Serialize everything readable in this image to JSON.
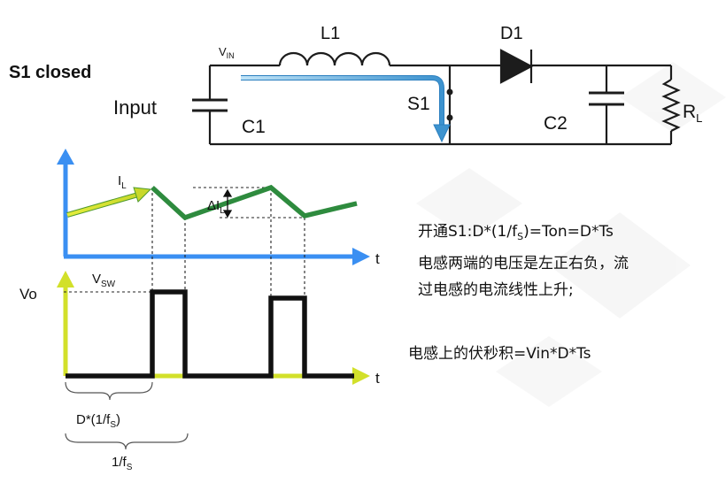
{
  "title": "S1 closed",
  "circuit": {
    "vin_main": "V",
    "vin_sub": "IN",
    "l1": "L1",
    "d1": "D1",
    "s1": "S1",
    "c1": "C1",
    "c2": "C2",
    "rl_main": "R",
    "rl_sub": "L",
    "input": "Input"
  },
  "graph_current": {
    "il_main": "I",
    "il_sub": "L",
    "delta_main": "ΔI",
    "delta_sub": "L",
    "t_label": "t"
  },
  "graph_voltage": {
    "vo": "Vo",
    "vsw_main": "V",
    "vsw_sub": "SW",
    "t_label": "t",
    "dfs_prefix": "D*(1/f",
    "dfs_sub": "S",
    "dfs_suffix": ")",
    "period_prefix": "1/f",
    "period_sub": "S"
  },
  "notes": {
    "line1_prefix": "开通S1:D*(1/f",
    "line1_sub": "S",
    "line1_suffix": ")=Ton=D*Ts",
    "line2": "电感两端的电压是左正右负，流",
    "line3": "过电感的电流线性上升;",
    "line4": "电感上的伏秒积=Vin*D*Ts"
  },
  "colors": {
    "wire": "#1c1c1c",
    "axis_blue": "#3a8ff2",
    "axis_green": "#d2e02a",
    "current_line": "#2e8b3e",
    "pulse": "#111111",
    "flow_arrow": "#4aa3d8"
  }
}
